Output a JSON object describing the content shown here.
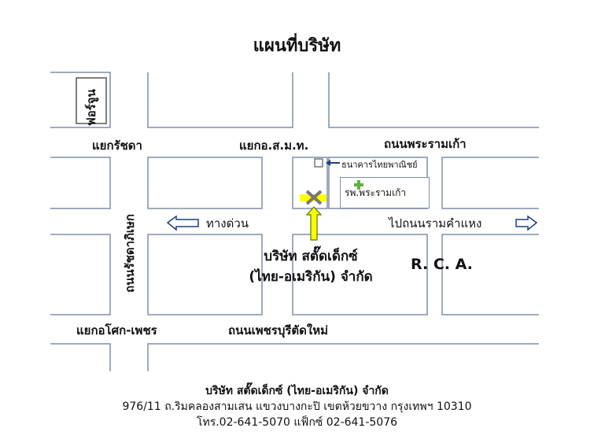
{
  "title": "แผนที่บริษัท",
  "labels": {
    "fortune": "ฟอร์จูน",
    "ratchada_junction": "แยกรัชดา",
    "osmt_junction": "แยกอ.ส.ม.ท.",
    "rama9_old_road": "ถนนพระรามเก้า",
    "bank": "ธนาคารไทยพาณิชย์",
    "hospital": "รพ.พระรามเก้า",
    "expressway": "ทางด่วน",
    "to_ramkhamhaeng": "ไปถนนรามคำแหง",
    "ratchadaphisek_road": "ถนนรัชดาภิเษก",
    "company_line1": "บริษัท สตั๊ดเด็กซ์",
    "company_line2": "(ไทย-อเมริกัน) จำกัด",
    "rca": "R. C. A.",
    "asoke_junction": "แยกอโศก-เพชร",
    "petchaburi_road": "ถนนเพชรบุรีตัดใหม่"
  },
  "footer": {
    "company": "บริษัท สตั๊ดเด็กซ์ (ไทย-อเมริกัน) จำกัด",
    "address": "976/11 ถ.ริมคลองสามเสน แขวงบางกะปิ เขตห้วยขวาง กรุงเทพฯ 10310",
    "phone": "โทร.02-641-5070   แฟ็กซ์ 02-641-5076"
  },
  "colors": {
    "block_border": "#7f8fa6",
    "arrow": "#1f3f7a",
    "pointer_fill": "#ffff00",
    "pointer_stroke": "#4a7a00",
    "marker_x": "#777777",
    "marker_highlight": "#ffff00",
    "hospital_cross": "#5fb040"
  },
  "icons": {
    "location": "x-mark-icon",
    "pointer": "up-arrow-icon",
    "hospital": "green-cross-icon"
  }
}
